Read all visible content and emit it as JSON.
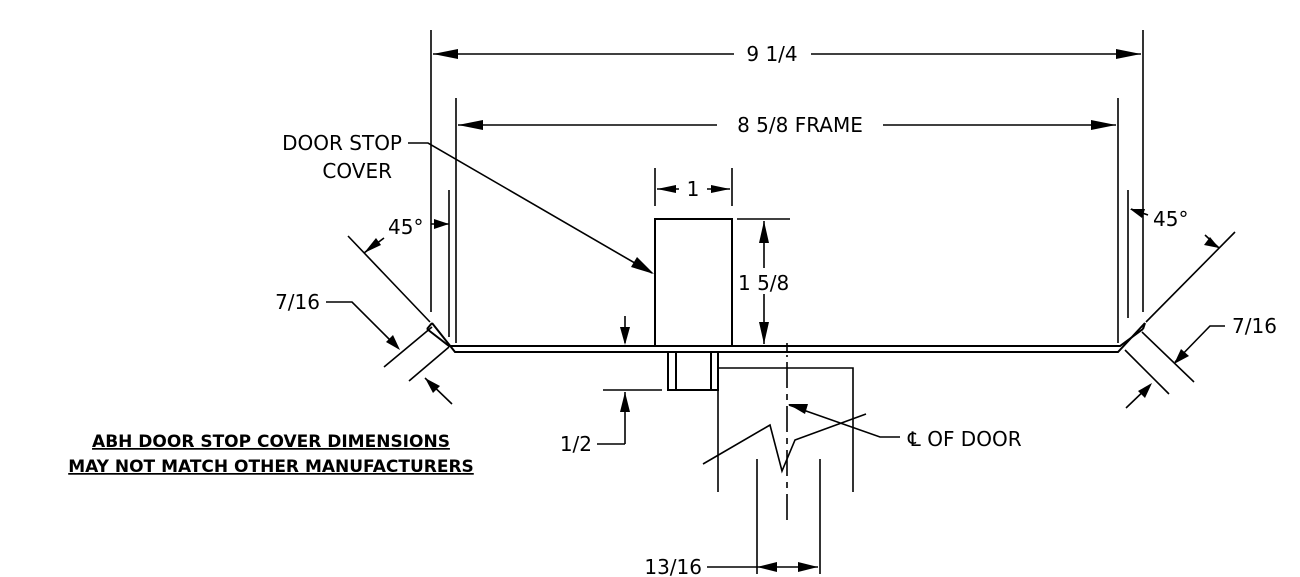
{
  "dimensions": {
    "overall_width": "9 1/4",
    "frame_width": "8 5/8 FRAME",
    "stop_width": "1",
    "stop_height": "1 5/8",
    "left_angle": "45°",
    "right_angle": "45°",
    "left_return": "7/16",
    "right_return": "7/16",
    "bottom_offset": "1/2",
    "door_offset": "13/16"
  },
  "labels": {
    "door_stop_cover_line1": "DOOR STOP",
    "door_stop_cover_line2": "COVER",
    "centerline_of_door": "℄ OF DOOR"
  },
  "note": {
    "line1": "ABH DOOR STOP COVER DIMENSIONS",
    "line2": "MAY NOT MATCH OTHER MANUFACTURERS"
  }
}
